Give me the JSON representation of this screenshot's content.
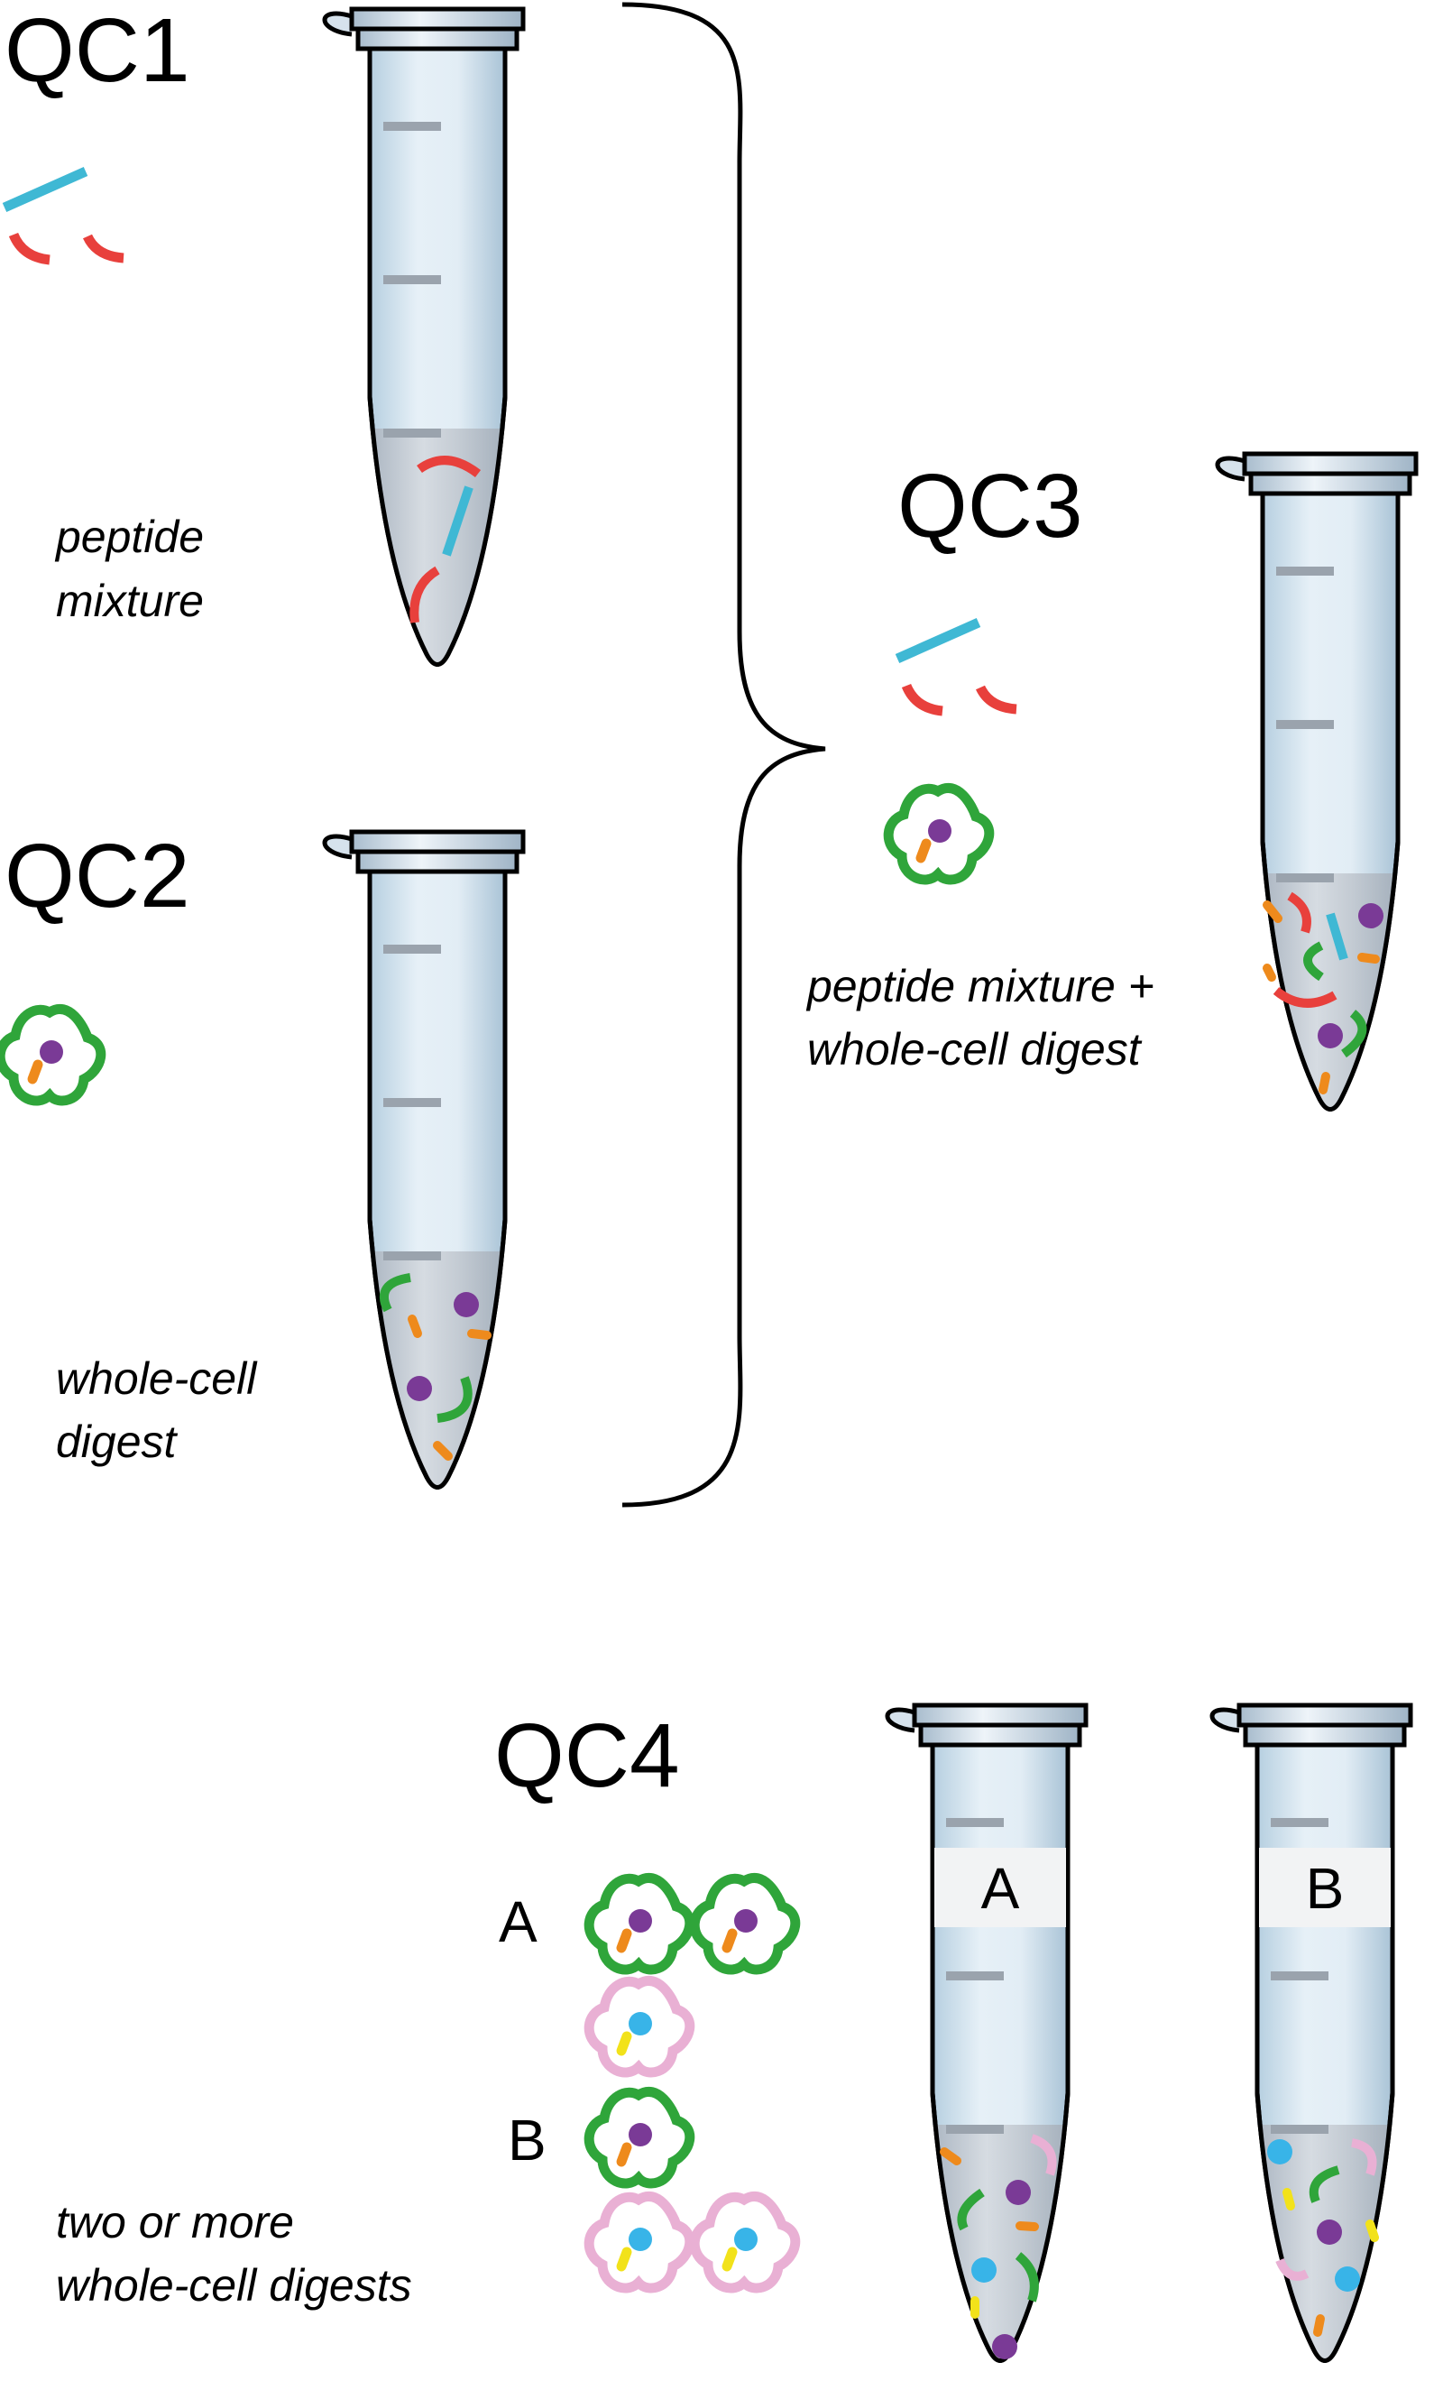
{
  "qc1": {
    "label": "QC1",
    "caption_lines": [
      "peptide",
      "mixture"
    ]
  },
  "qc2": {
    "label": "QC2",
    "caption_lines": [
      "whole-cell",
      "digest"
    ]
  },
  "qc3": {
    "label": "QC3",
    "caption_lines": [
      "peptide mixture +",
      "whole-cell digest"
    ]
  },
  "qc4": {
    "label": "QC4",
    "sample_a_label": "A",
    "sample_b_label": "B",
    "caption_lines": [
      "two or more",
      "whole-cell digests"
    ],
    "tube_a_label": "A",
    "tube_b_label": "B"
  },
  "colors": {
    "peptide_blue": "#3fb8d4",
    "peptide_red": "#e8403c",
    "cell_green": "#2fa53a",
    "cell_pink": "#e9b0d4",
    "dot_purple": "#7a3a96",
    "dot_orange": "#ee8a1c",
    "dot_cyan": "#38b4e8",
    "dot_yellow": "#f2e21a",
    "tube_fill": "#dceaf3",
    "liquid_fill": "#c9ced6"
  }
}
